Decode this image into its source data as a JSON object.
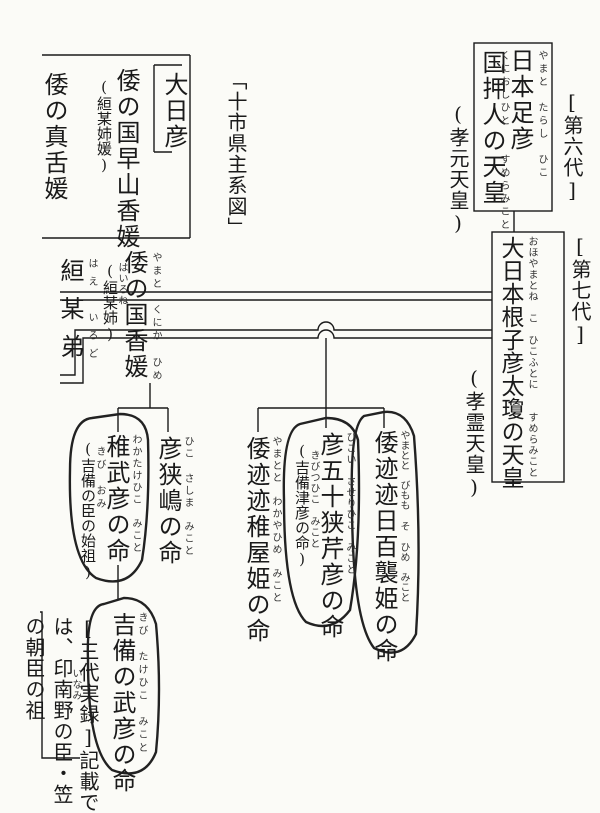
{
  "title": "「十市県主系図」",
  "left_box": {
    "name_a": "倭の真舌媛",
    "name_b": "倭の国早山香媛",
    "name_b_note": "(絙某姉媛)",
    "name_c": "大日彦"
  },
  "gen6": {
    "label": "[第六代]",
    "line1": "日本足彦",
    "line2": "国押人の天皇",
    "furi1": "やまと　たらし　ひこ",
    "furi2": "くにおしひと　　すめらみこと",
    "posthumous": "(孝元天皇)"
  },
  "gen7": {
    "label": "[第七代]",
    "line1": "大日本根子彦太瓊の天皇",
    "furi1": "おほやまとね　こ　ひこふとに　　すめらみこと",
    "posthumous": "(孝霊天皇)"
  },
  "wives": {
    "hae_name": "絙某弟",
    "hae_furi": "はえ　いろど",
    "kaka_name": "倭の国香媛",
    "kaka_note": "(絙某姉)",
    "kaka_furi": "やまと　くにか ひめ",
    "kaka_note_furi": "はいろね"
  },
  "children": {
    "wakatake": "稚武彦の命",
    "wakatake_furi": "わかたけひこ　みこと",
    "wakatake_note": "(吉備の臣の始祖)",
    "wakatake_note_furi": "きび　おみ",
    "hikosashima": "彦狭嶋の命",
    "hikosashima_furi": "ひこ さしま　みこと",
    "wakaya": "倭迹迹稚屋姫の命",
    "wakaya_furi": "やまとと　わかやひめ　みこと",
    "isaseri": "彦五十狭芹彦の命",
    "isaseri_furi": "ひこい　させりひこ　みこと",
    "isaseri_note": "(吉備津彦の命)",
    "isaseri_note_furi": "きびつひこ　みこと",
    "momoso": "倭迹迹日百襲姫の命",
    "momoso_furi": "やまとと　びもも そ ひめ　みこと"
  },
  "grandchild": {
    "name": "吉備の武彦の命",
    "furi": "きび　たけひこ　みこと"
  },
  "footnote": {
    "line1": "[三代実録]記載で",
    "line2": "は、印南野の臣・笠",
    "line2_furi": "いなみ",
    "line3": "の朝臣の祖"
  },
  "colors": {
    "ink": "#1a1a1a",
    "circle": "#222222",
    "paper": "#fbfbf7"
  }
}
